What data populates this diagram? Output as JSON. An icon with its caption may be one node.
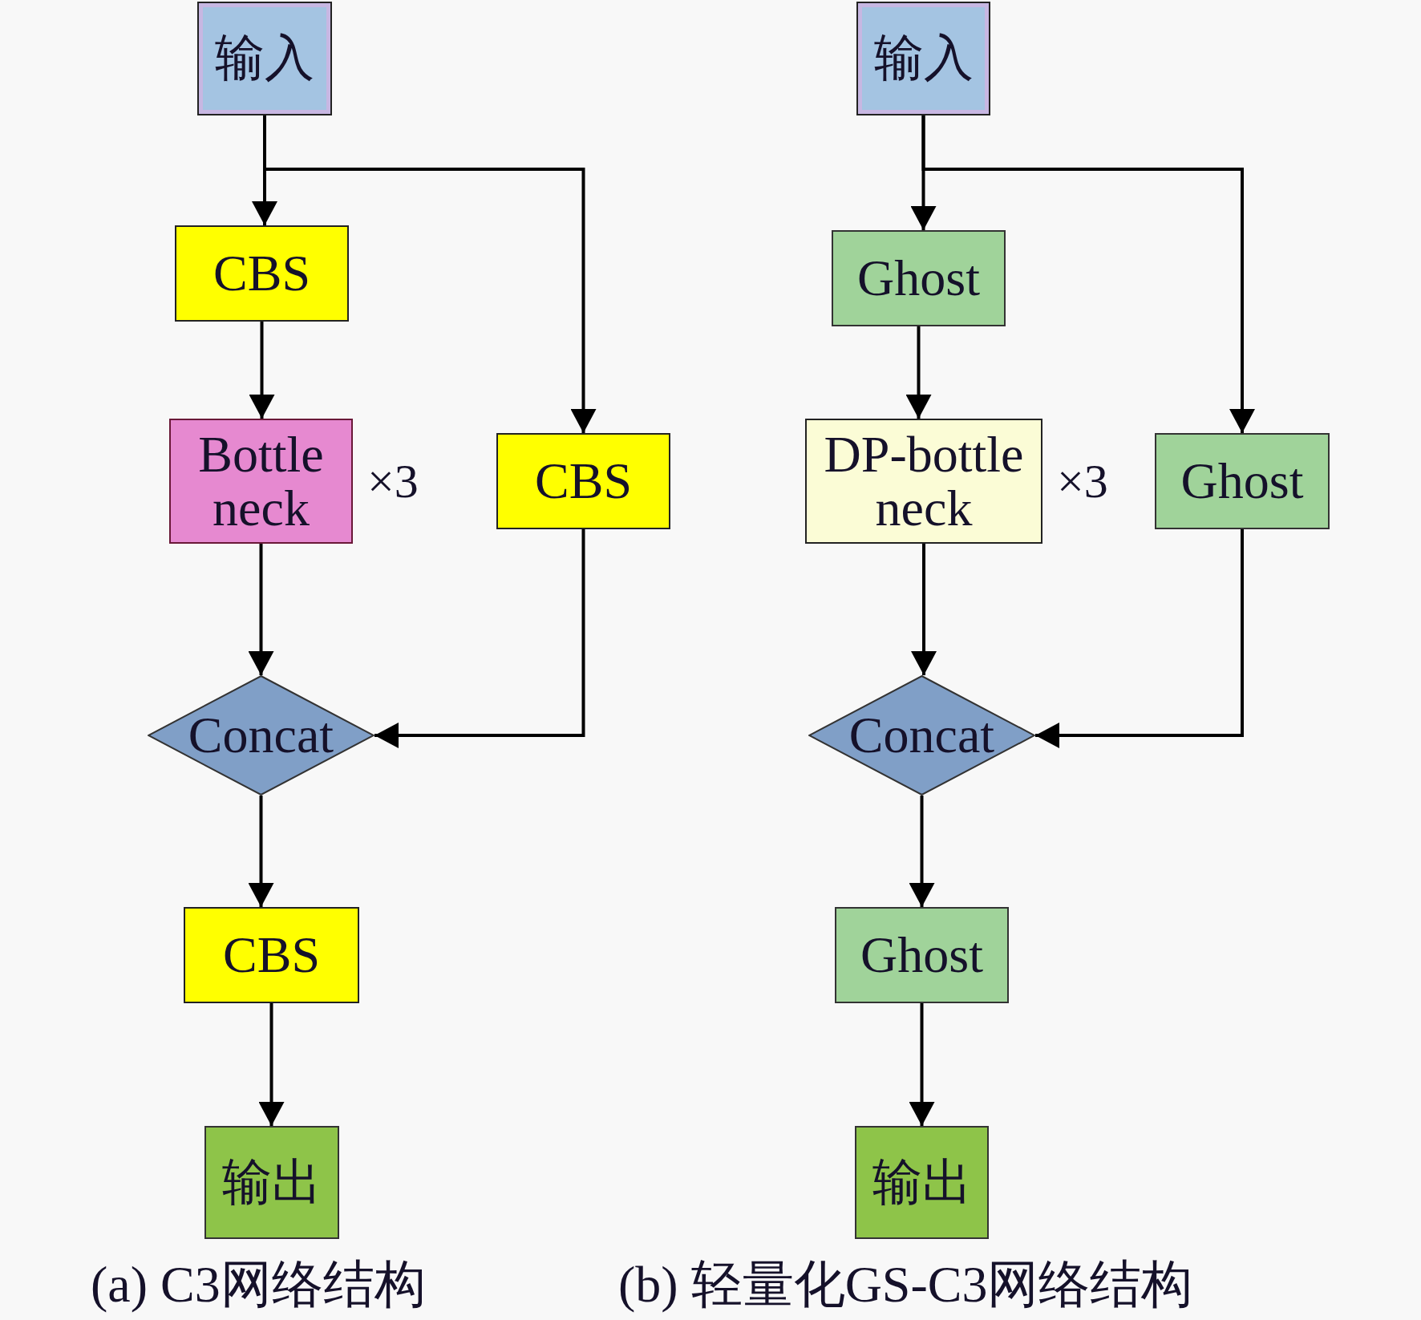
{
  "diagram": {
    "nodes": [
      {
        "text": [
          "输入"
        ]
      },
      {
        "text": [
          "CBS"
        ]
      },
      {
        "text": [
          "Bottle neck"
        ],
        "beside": [
          "×3"
        ]
      },
      {
        "text": [
          "CBS"
        ]
      },
      {
        "text": [
          "Concat"
        ]
      },
      {
        "text": [
          "CBS"
        ]
      },
      {
        "text": [
          "输出"
        ]
      },
      {
        "text": [
          "输入"
        ]
      },
      {
        "text": [
          "Ghost"
        ]
      },
      {
        "text": [
          "DP-bottle neck"
        ],
        "beside": [
          "×3"
        ]
      },
      {
        "text": [
          "Ghost"
        ]
      },
      {
        "text": [
          "Concat"
        ]
      },
      {
        "text": [
          "Ghost"
        ]
      },
      {
        "text": [
          "输出"
        ]
      }
    ],
    "edges": [
      {
        "from": 0,
        "to": 1,
        "arrow": "to"
      },
      {
        "from": 0,
        "to": 3,
        "arrow": "to"
      },
      {
        "from": 1,
        "to": 2,
        "arrow": "to"
      },
      {
        "from": 2,
        "to": 4,
        "arrow": "to"
      },
      {
        "from": 3,
        "to": 4,
        "arrow": "to"
      },
      {
        "from": 4,
        "to": 5,
        "arrow": "to"
      },
      {
        "from": 5,
        "to": 6,
        "arrow": "to"
      },
      {
        "from": 7,
        "to": 8,
        "arrow": "to"
      },
      {
        "from": 7,
        "to": 10,
        "arrow": "to"
      },
      {
        "from": 8,
        "to": 9,
        "arrow": "to"
      },
      {
        "from": 9,
        "to": 11,
        "arrow": "to"
      },
      {
        "from": 10,
        "to": 11,
        "arrow": "to"
      },
      {
        "from": 11,
        "to": 12,
        "arrow": "to"
      },
      {
        "from": 12,
        "to": 13,
        "arrow": "to"
      }
    ],
    "labels": [
      "(a) C3网络结构",
      "(b) 轻量化GS-C3网络结构"
    ]
  }
}
